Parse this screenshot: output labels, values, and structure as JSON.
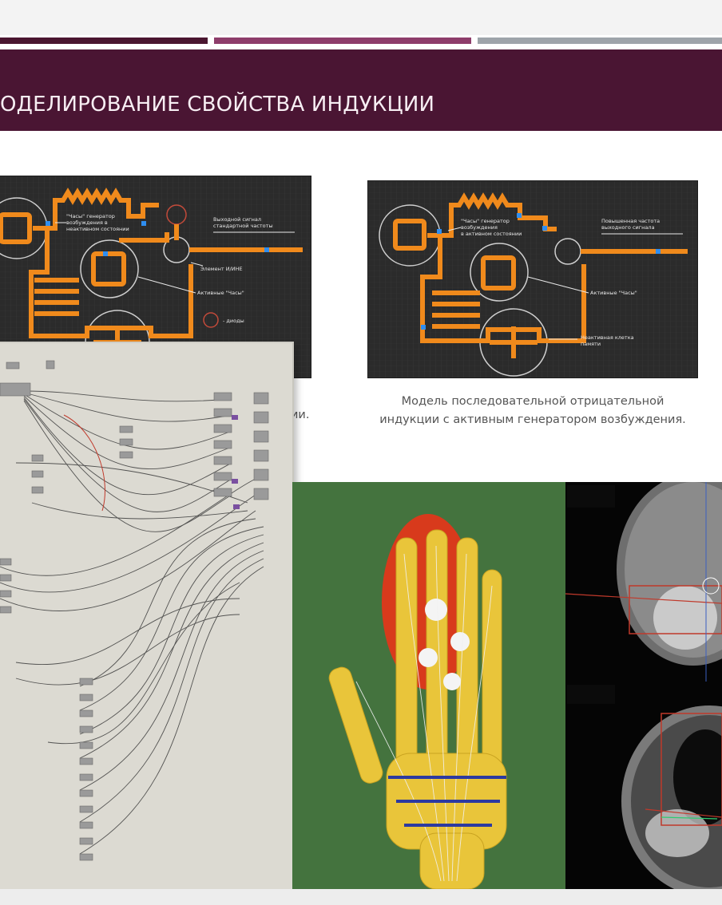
{
  "slide": {
    "title": "ОДЕЛИРОВАНИЕ СВОЙСТВА ИНДУКЦИИ",
    "caption_right_line1": "Модель последовательной отрицательной",
    "caption_right_line2": "индукции с активным генератором возбуждения.",
    "caption_left_fragment": "ии."
  },
  "left_circuit": {
    "labels": {
      "generator": "\"Часы\" генератор возбуждения в неактивном состоянии",
      "output": "Выходной сигнал стандартной частоты",
      "element": "Элемент И/ИНЕ",
      "active_clock": "Активные \"Часы\"",
      "legend": "- диоды"
    }
  },
  "right_circuit": {
    "labels": {
      "generator": "\"Часы\" генератор возбуждения в активном состоянии",
      "output": "Повышенная частота выходного сигнала",
      "active_clock": "Активные \"Часы\"",
      "inactive_cell": "Неактивная клетка памяти"
    }
  },
  "colors": {
    "header": "#4a1533",
    "bar1": "#4a1630",
    "bar2": "#8e3d6b",
    "bar3": "#9ea4aa",
    "wire": "#f08a1c",
    "circuit_bg": "#2b2b2b"
  }
}
